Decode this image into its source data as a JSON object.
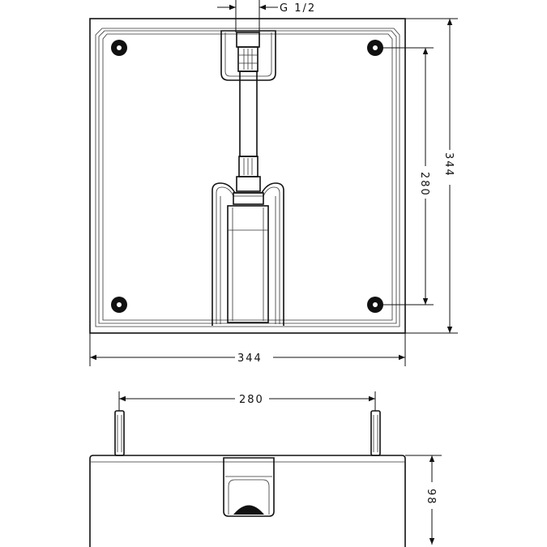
{
  "dimensions": {
    "thread_label": "G 1/2",
    "top_view_hole_spacing": "280",
    "top_view_height": "344",
    "top_view_width": "344",
    "side_view_stud_spacing": "280",
    "side_view_depth": "98"
  }
}
